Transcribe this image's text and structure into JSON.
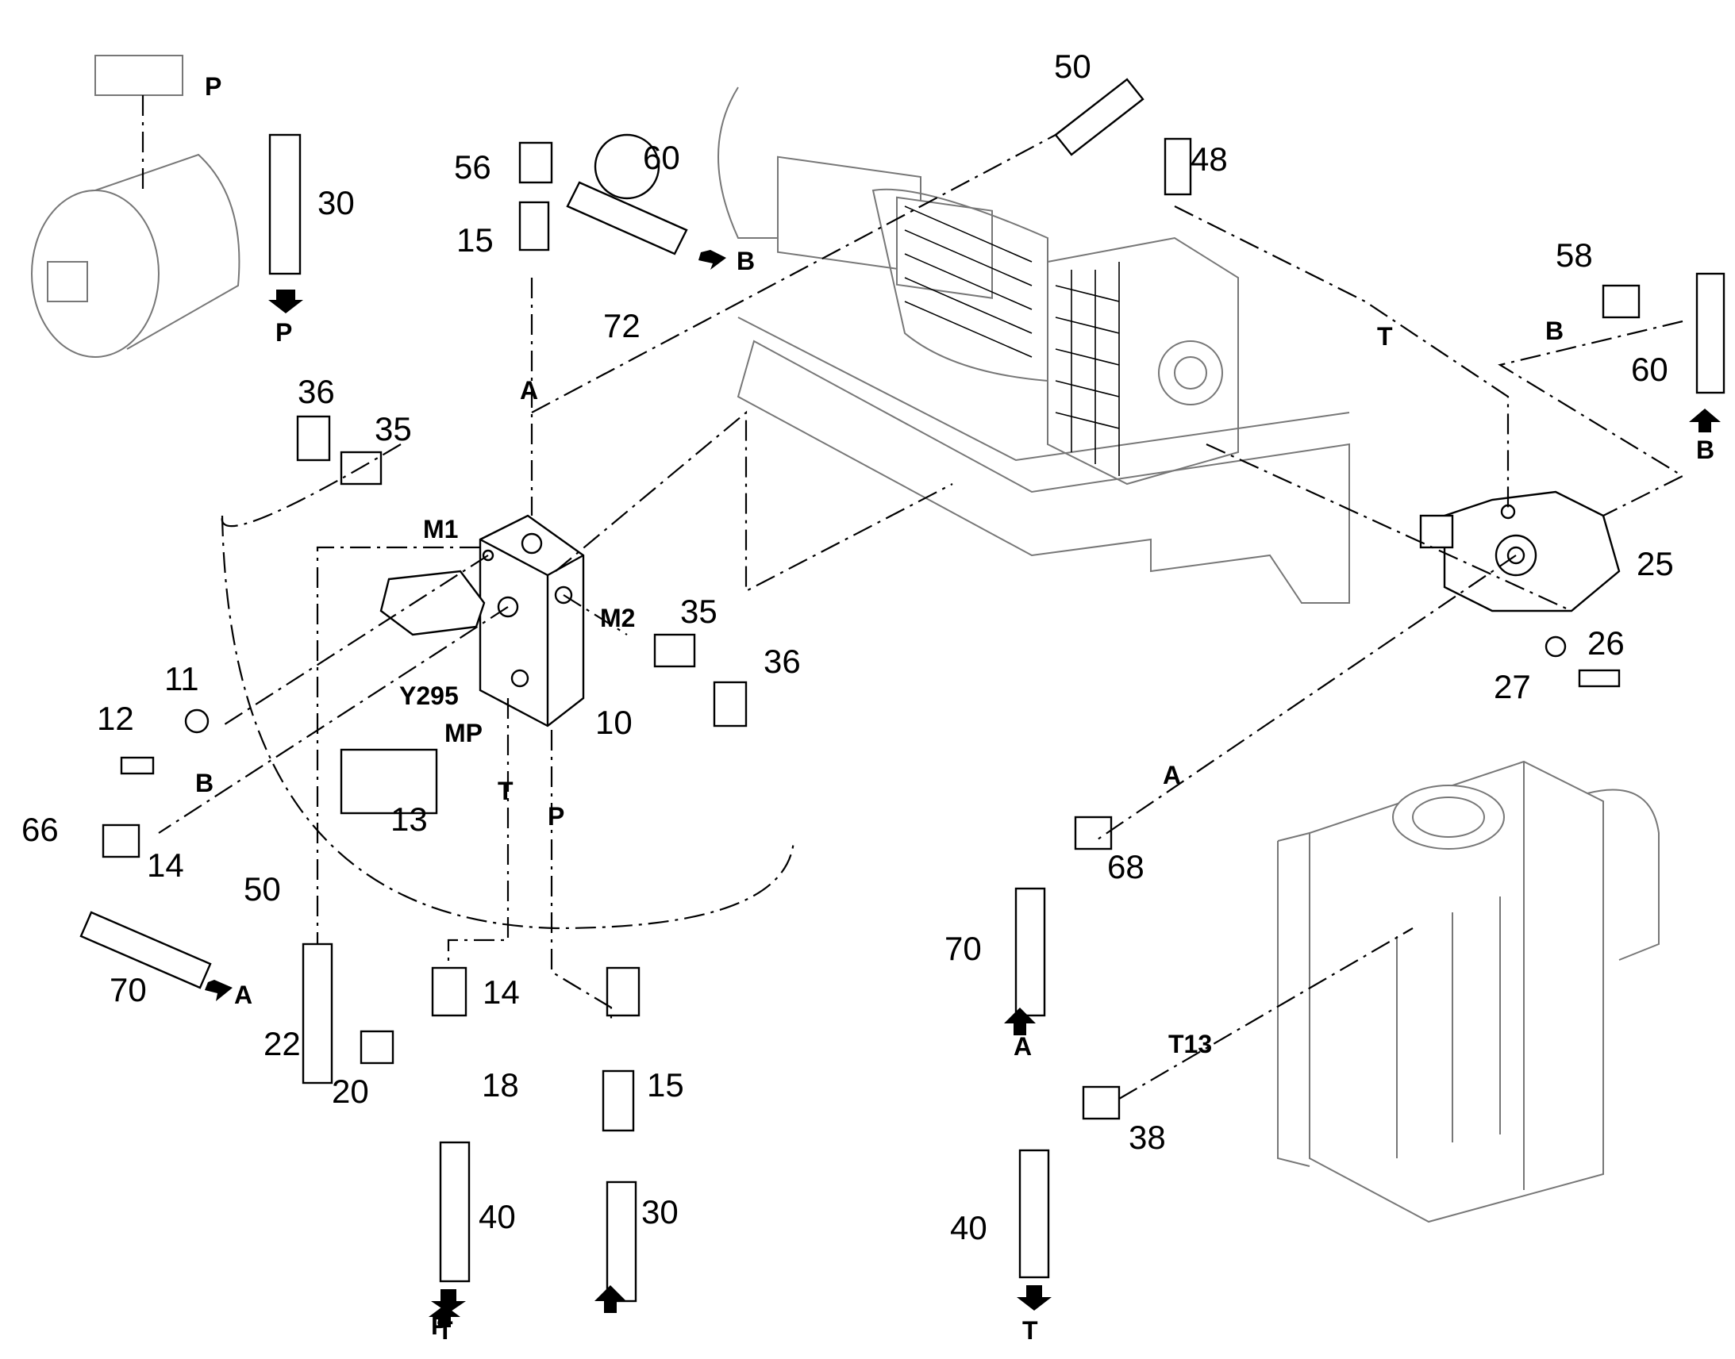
{
  "parts": {
    "p10": "10",
    "p11": "11",
    "p12": "12",
    "p13": "13",
    "p14a": "14",
    "p14b": "14",
    "p15a": "15",
    "p15b": "15",
    "p18": "18",
    "p20": "20",
    "p22": "22",
    "p25": "25",
    "p26": "26",
    "p27": "27",
    "p30a": "30",
    "p30b": "30",
    "p35a": "35",
    "p35b": "35",
    "p36a": "36",
    "p36b": "36",
    "p38": "38",
    "p40a": "40",
    "p40b": "40",
    "p48": "48",
    "p50a": "50",
    "p50b": "50",
    "p56": "56",
    "p58": "58",
    "p60a": "60",
    "p60b": "60",
    "p66": "66",
    "p68": "68",
    "p70a": "70",
    "p70b": "70",
    "p72": "72"
  },
  "ports": {
    "P1": "P",
    "P2": "P",
    "P3": "P",
    "P4": "P",
    "A1": "A",
    "A2": "A",
    "A3": "A",
    "A4": "A",
    "B1": "B",
    "B2": "B",
    "B3": "B",
    "B4": "B",
    "T1": "T",
    "T2": "T",
    "T3": "T",
    "T4": "T",
    "M1": "M1",
    "M2": "M2",
    "MP": "MP",
    "Y295": "Y295",
    "T13": "T13"
  }
}
